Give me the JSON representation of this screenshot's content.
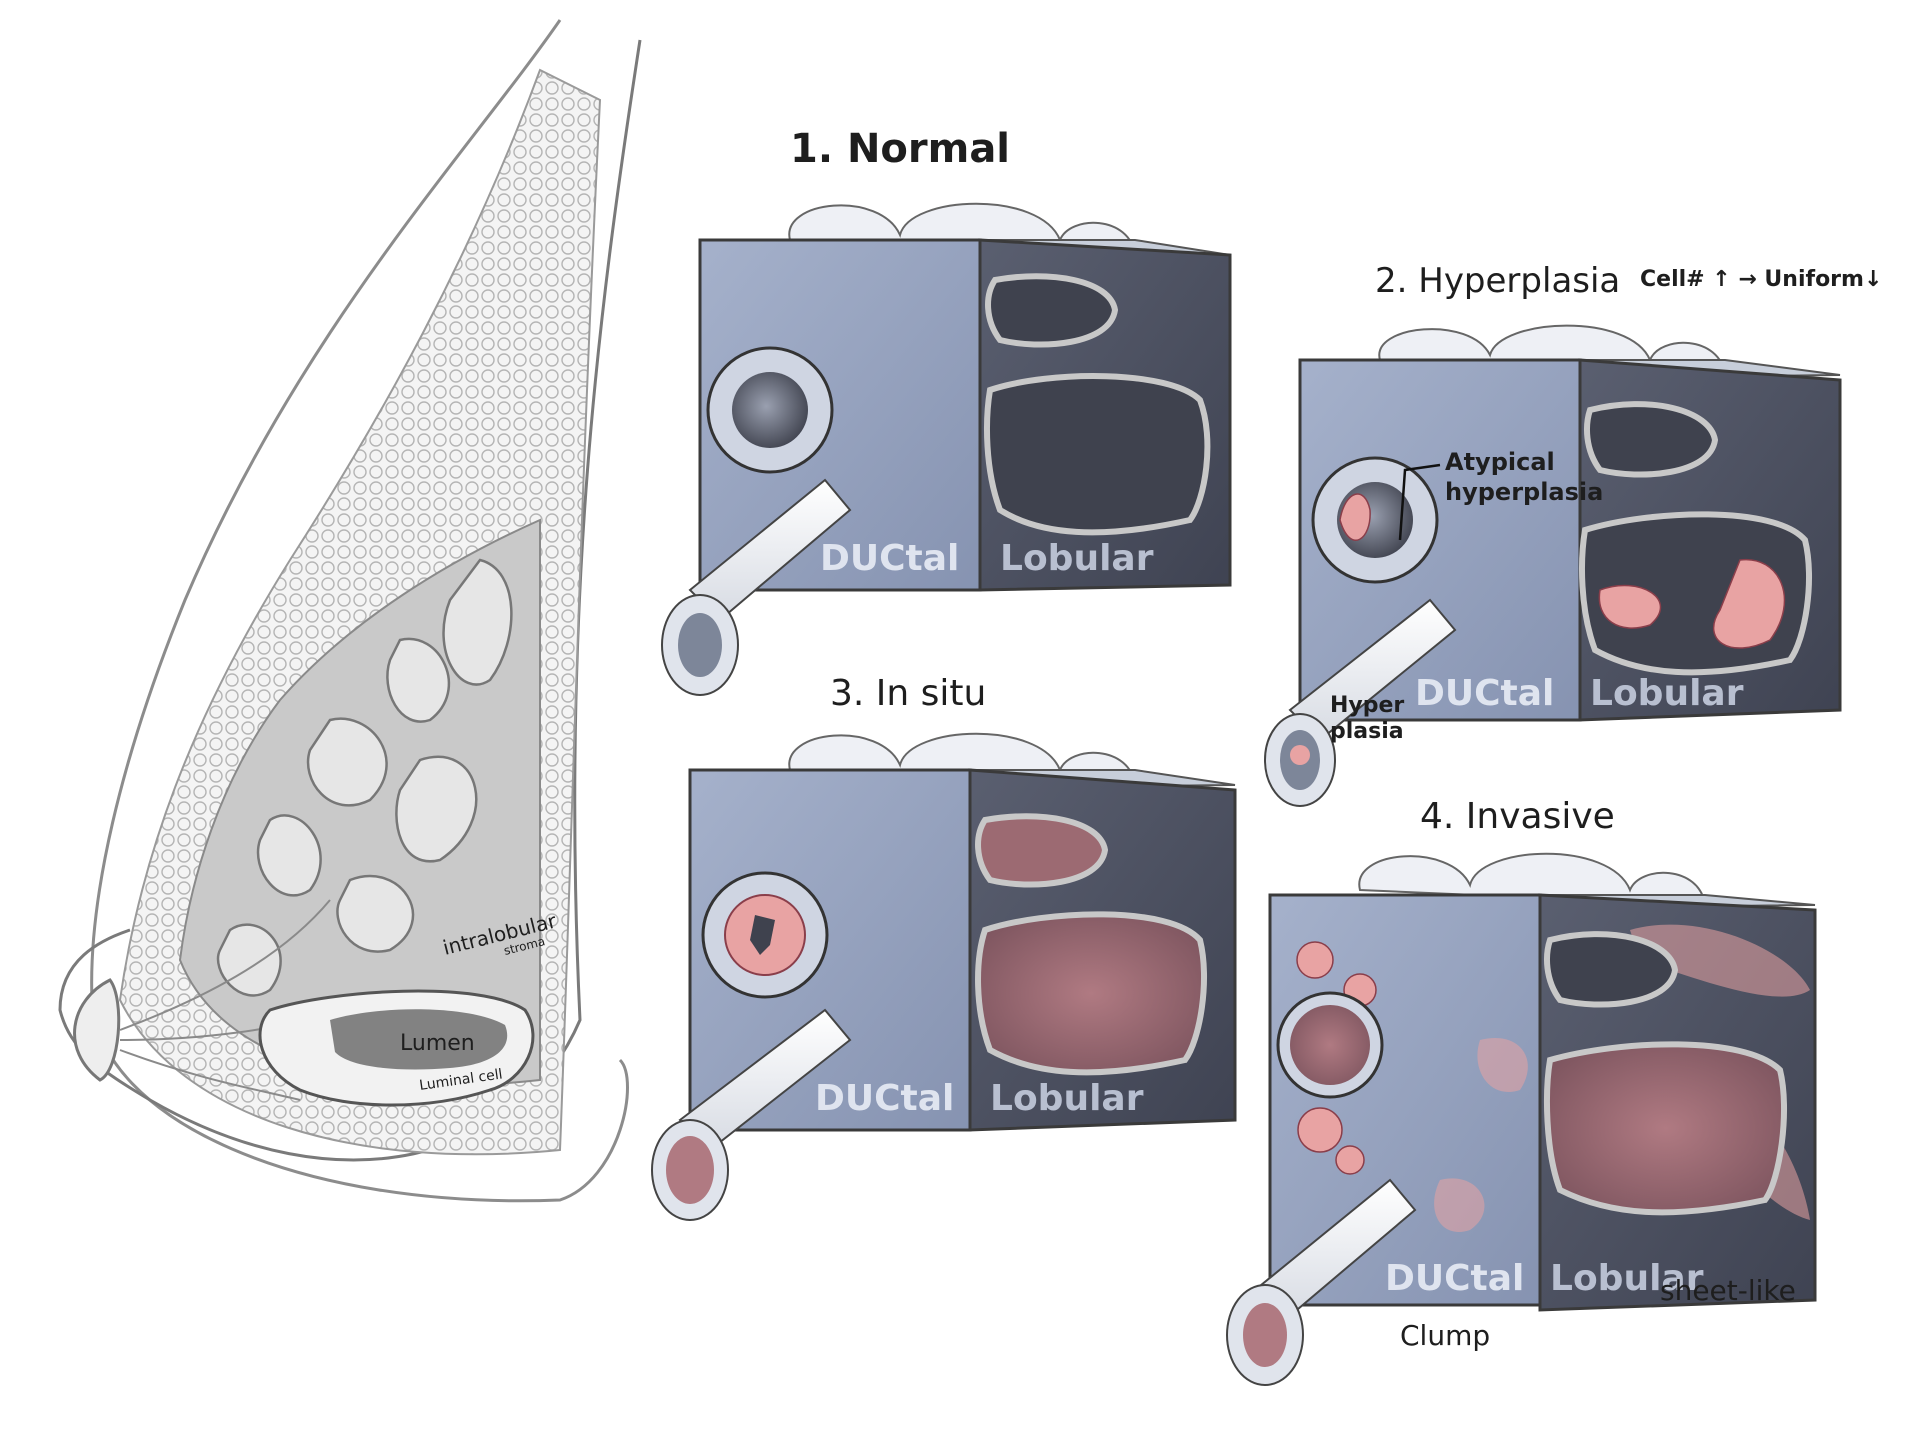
{
  "figure": {
    "anatomy_labels": {
      "intralobular": "intralobular",
      "intralobular_sub": "stroma",
      "lumen": "Lumen",
      "luminal_cell": "Luminal cell"
    },
    "stages": [
      {
        "title": "1. Normal",
        "ductal": "DUCtal",
        "lobular": "Lobular"
      },
      {
        "title": "2. Hyperplasia",
        "ductal": "DUCtal",
        "lobular": "Lobular",
        "note": "Cell# ↑ → Uniform↓",
        "callout_atypical_1": "Atypical",
        "callout_atypical_2": "hyperplasia",
        "callout_hyper_1": "Hyper",
        "callout_hyper_2": "plasia"
      },
      {
        "title": "3. In situ",
        "ductal": "DUCtal",
        "lobular": "Lobular"
      },
      {
        "title": "4. Invasive",
        "ductal": "DUCtal",
        "lobular": "Lobular",
        "note_clump": "Clump",
        "note_sheet": "sheet-like"
      }
    ]
  },
  "colors": {
    "front_face": "#96a3bf",
    "side_face": "#4e5261",
    "lumen_dark": "#3f424e",
    "tumor_pink": "#e8a3a3",
    "tumor_fill": "#9c6a72",
    "pencil": "#8a8a8a"
  }
}
